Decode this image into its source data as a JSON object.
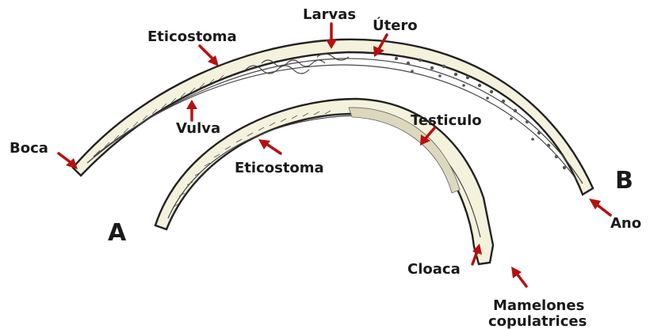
{
  "figure": {
    "labels": {
      "eticostoma_top": "Eticostoma",
      "larvas": "Larvas",
      "utero": "Útero",
      "boca": "Boca",
      "vulva": "Vulva",
      "testiculo": "Testiculo",
      "eticostoma_bottom": "Eticostoma",
      "specimen_a": "A",
      "specimen_b": "B",
      "ano": "Ano",
      "cloaca": "Cloaca",
      "mamelones_line1": "Mamelones",
      "mamelones_line2": "copulatrices"
    },
    "colors": {
      "arrow": "#b80f0f",
      "body": "#f4f2dc",
      "outline": "#222222"
    }
  }
}
